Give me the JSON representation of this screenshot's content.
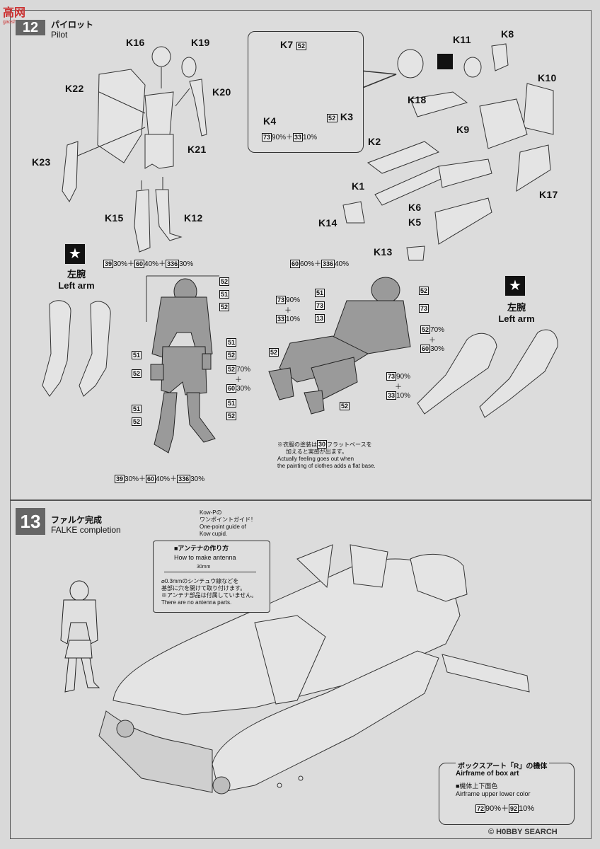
{
  "logo": {
    "text": "高网",
    "url_text": "gaoshou.com"
  },
  "step12": {
    "number": "12",
    "title_jp": "パイロット",
    "title_en": "Pilot",
    "parts_left": [
      "K16",
      "K19",
      "K22",
      "K20",
      "K21",
      "K23",
      "K15",
      "K12"
    ],
    "parts_right": [
      "K7",
      "K4",
      "K3",
      "K11",
      "K8",
      "K10",
      "K18",
      "K9",
      "K2",
      "K17",
      "K1",
      "K6",
      "K5",
      "K14",
      "K13"
    ],
    "callout_codes": {
      "k7": "52",
      "k3": "52",
      "mix_a": "73",
      "mix_a_pct": "90%",
      "mix_b": "33",
      "mix_b_pct": "10%"
    },
    "left_arm_jp": "左腕",
    "left_arm_en": "Left arm",
    "standing_top_mix": {
      "c1": "39",
      "p1": "30%",
      "c2": "60",
      "p2": "40%",
      "c3": "336",
      "p3": "30%"
    },
    "standing_bottom_mix": {
      "c1": "39",
      "p1": "30%",
      "c2": "60",
      "p2": "40%",
      "c3": "336",
      "p3": "30%"
    },
    "seated_top_mix": {
      "c1": "60",
      "p1": "60%",
      "c2": "336",
      "p2": "40%"
    },
    "standing_codes": [
      "52",
      "51",
      "52",
      "51",
      "52",
      "51",
      "52",
      "51",
      "52",
      "51",
      "52"
    ],
    "standing_mix_mid": {
      "c1": "52",
      "p1": "70%",
      "c2": "60",
      "p2": "30%"
    },
    "seated_codes": [
      "51",
      "73",
      "13",
      "52",
      "52",
      "73",
      "52"
    ],
    "seated_mix_left": {
      "c1": "73",
      "p1": "90%",
      "c2": "33",
      "p2": "10%"
    },
    "seated_mix_right": {
      "c1": "52",
      "p1": "70%",
      "c2": "60",
      "p2": "30%"
    },
    "seated_mix_bottom": {
      "c1": "73",
      "p1": "90%",
      "c2": "33",
      "p2": "10%"
    },
    "clothes_note_jp1": "※衣服の塗装は",
    "clothes_note_code": "30",
    "clothes_note_jp2": "フラットベースを",
    "clothes_note_jp3": "加えると実感が出ます。",
    "clothes_note_en1": "Actually feeling goes out when",
    "clothes_note_en2": "the painting of clothes adds a flat base."
  },
  "step13": {
    "number": "13",
    "title_jp": "ファルケ完成",
    "title_en": "FALKE completion",
    "guide_jp1": "Kow-Pの",
    "guide_jp2": "ワンポイントガイド！",
    "guide_en1": "One-point guide of",
    "guide_en2": "Kow cupid.",
    "antenna_jp": "■アンテナの作り方",
    "antenna_en": "How to make antenna",
    "length": "30mm",
    "antenna_note1": "⌀0.3mmのシンチュウ線などを",
    "antenna_note2": "基部に穴を開けて取り付けます。",
    "antenna_note3": "※アンテナ部品は付属していません。",
    "antenna_note4": "There are no antenna parts.",
    "box_title_jp": "ボックスアート「R」の機体",
    "box_title_en": "Airframe of box art",
    "box_item_jp": "■機体上下面色",
    "box_item_en": "Airframe upper lower color",
    "box_mix": {
      "c1": "72",
      "p1": "90%",
      "c2": "92",
      "p2": "10%"
    }
  },
  "watermark": "© H0BBY SEARCH"
}
